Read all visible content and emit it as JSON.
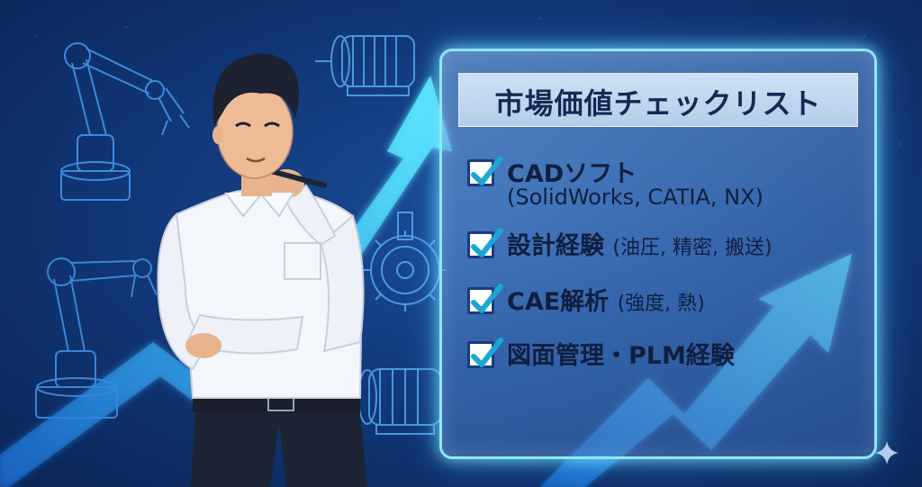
{
  "checklist": {
    "title": "市場価値チェックリスト",
    "items": [
      {
        "label": "CADソフト",
        "sub": "(SolidWorks, CATIA, NX)",
        "checked": true
      },
      {
        "label": "設計経験",
        "note": "(油圧, 精密, 搬送)",
        "checked": true
      },
      {
        "label": "CAE解析",
        "note": "(強度, 熱)",
        "checked": true
      },
      {
        "label": "図面管理・PLM経験",
        "checked": true
      }
    ]
  },
  "colors": {
    "background": "#123a7c",
    "arrow": "#3fd8ff",
    "panel_border": "#8be9ff",
    "check": "#1aa7d8",
    "text": "#0f1f40"
  },
  "icons": [
    "robot-arm-icon",
    "electric-motor-icon",
    "gear-icon",
    "trend-arrow-icon",
    "sparkle-icon"
  ]
}
